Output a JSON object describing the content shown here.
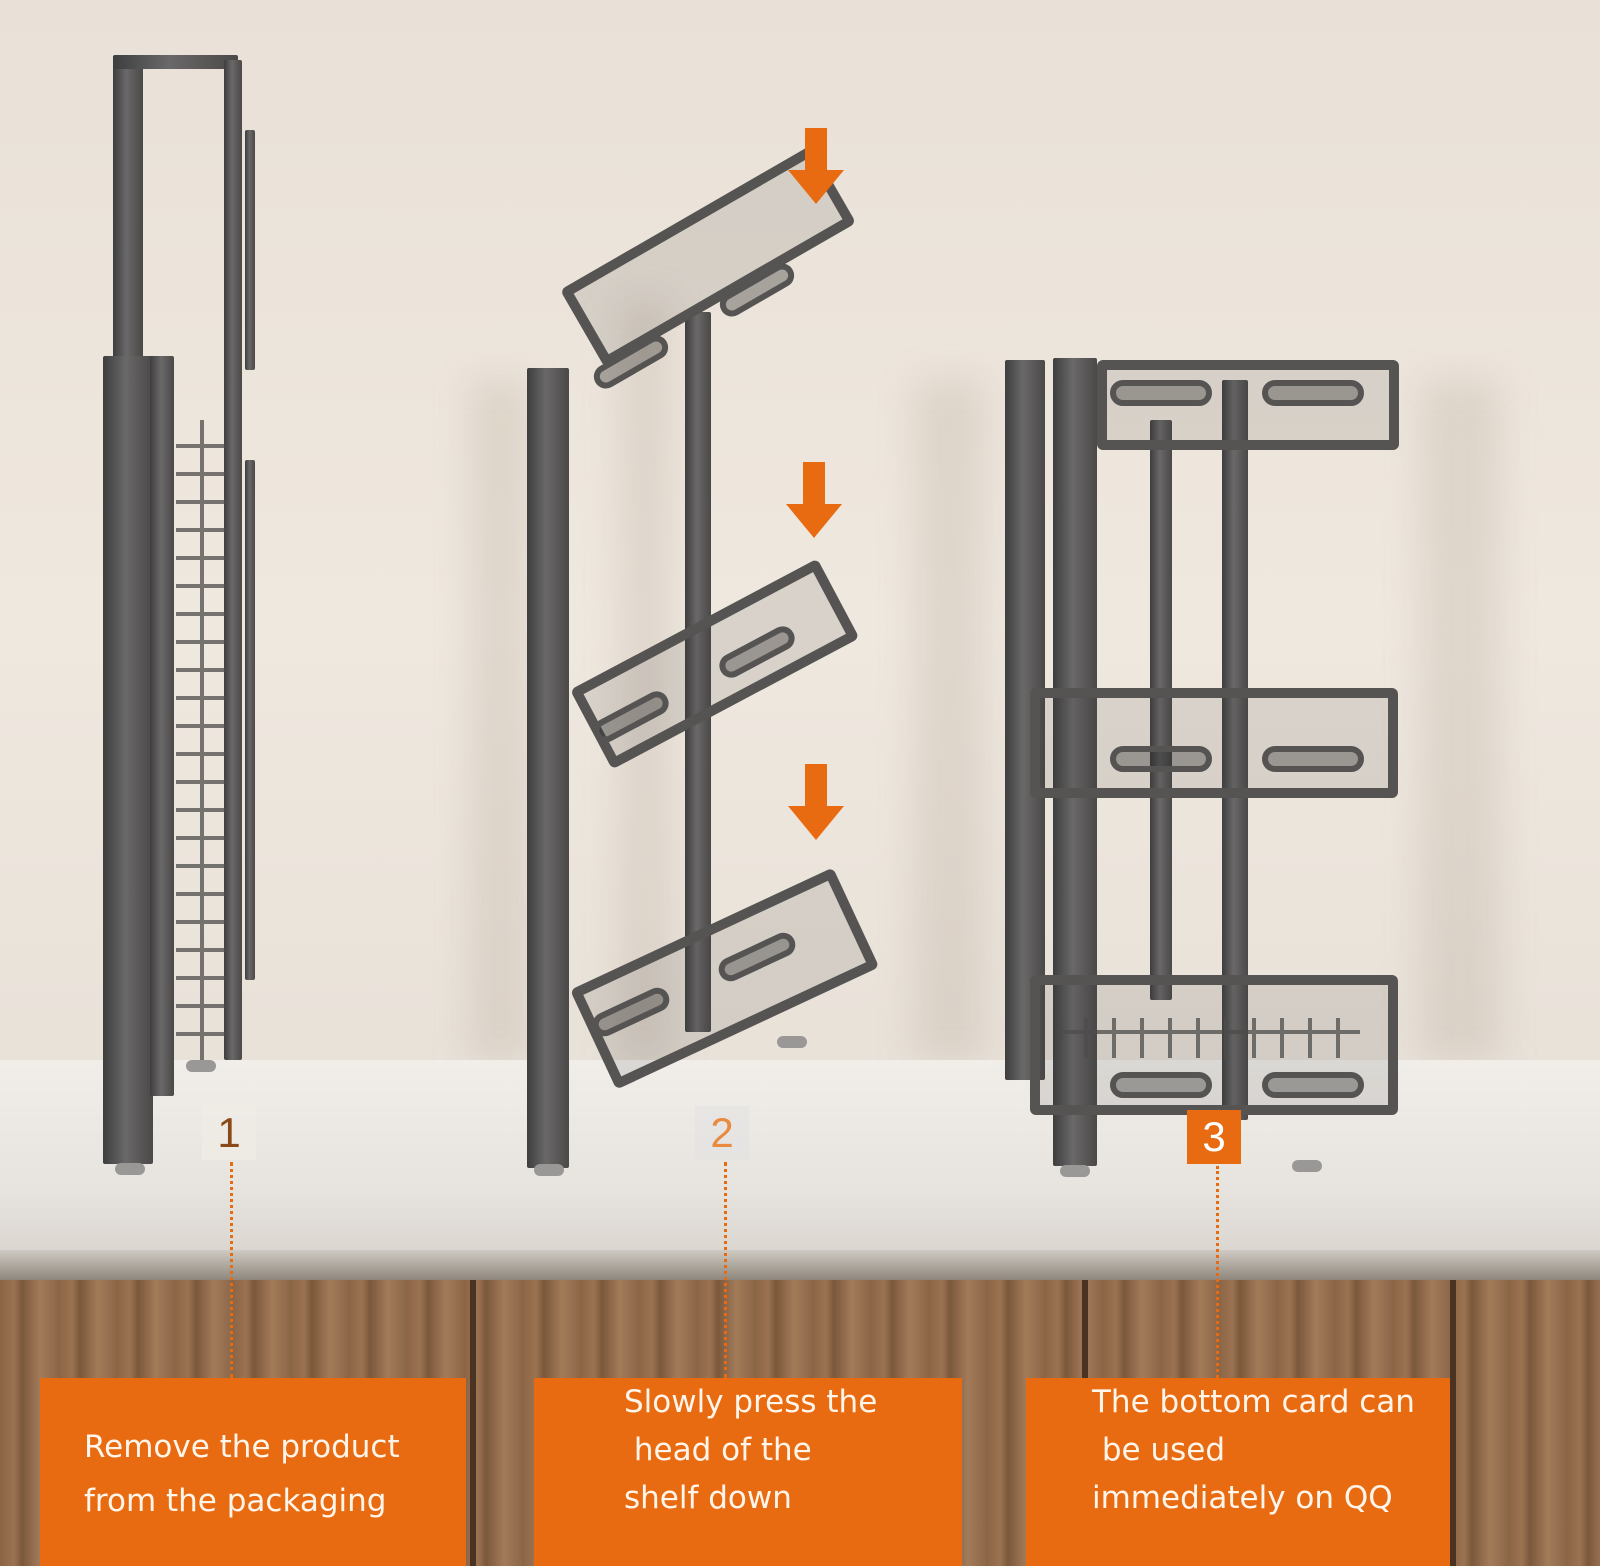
{
  "colors": {
    "accent": "#e86b12",
    "frame": "#4f4e4d",
    "wall": "#ece5dc",
    "wood": "#8a6444"
  },
  "steps": [
    {
      "number": "1",
      "lines": [
        "Remove the product",
        "from the packaging"
      ]
    },
    {
      "number": "2",
      "lines": [
        "Slowly press the",
        " head of the",
        "shelf down"
      ]
    },
    {
      "number": "3",
      "lines": [
        "The bottom card can",
        " be used",
        "immediately on QQ"
      ]
    }
  ],
  "icons": {
    "arrow": "arrow-down-icon"
  }
}
